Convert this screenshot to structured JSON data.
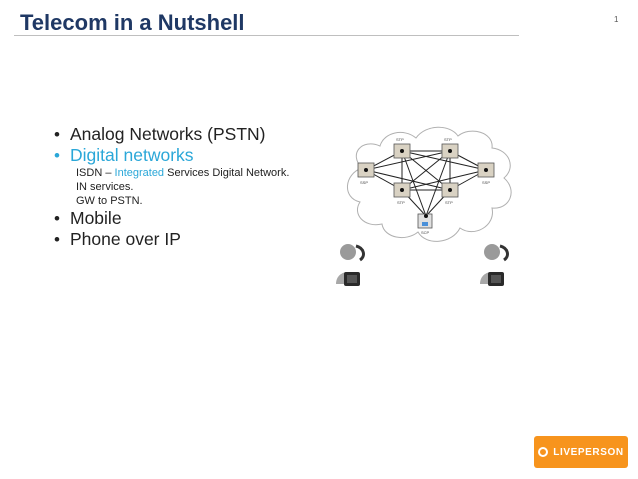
{
  "slide": {
    "title": "Telecom in a Nutshell",
    "page_number": "1"
  },
  "bullets": [
    {
      "text": "Analog Networks (PSTN)"
    },
    {
      "text": "Digital networks",
      "sub": [
        {
          "prefix": "ISDN – ",
          "accent": "Integrated",
          "suffix": " Services Digital Network."
        },
        {
          "text": "IN services."
        },
        {
          "text": "GW to PSTN."
        }
      ]
    },
    {
      "text": "Mobile"
    },
    {
      "text": "Phone over IP"
    }
  ],
  "diagram": {
    "node_labels": {
      "stp": "STP",
      "ssp": "SSP",
      "scp": "SCP"
    }
  },
  "brand": {
    "name": "LIVEPERSON"
  },
  "colors": {
    "title": "#1f3864",
    "accent": "#2aa7d8",
    "brand": "#f7941d"
  }
}
